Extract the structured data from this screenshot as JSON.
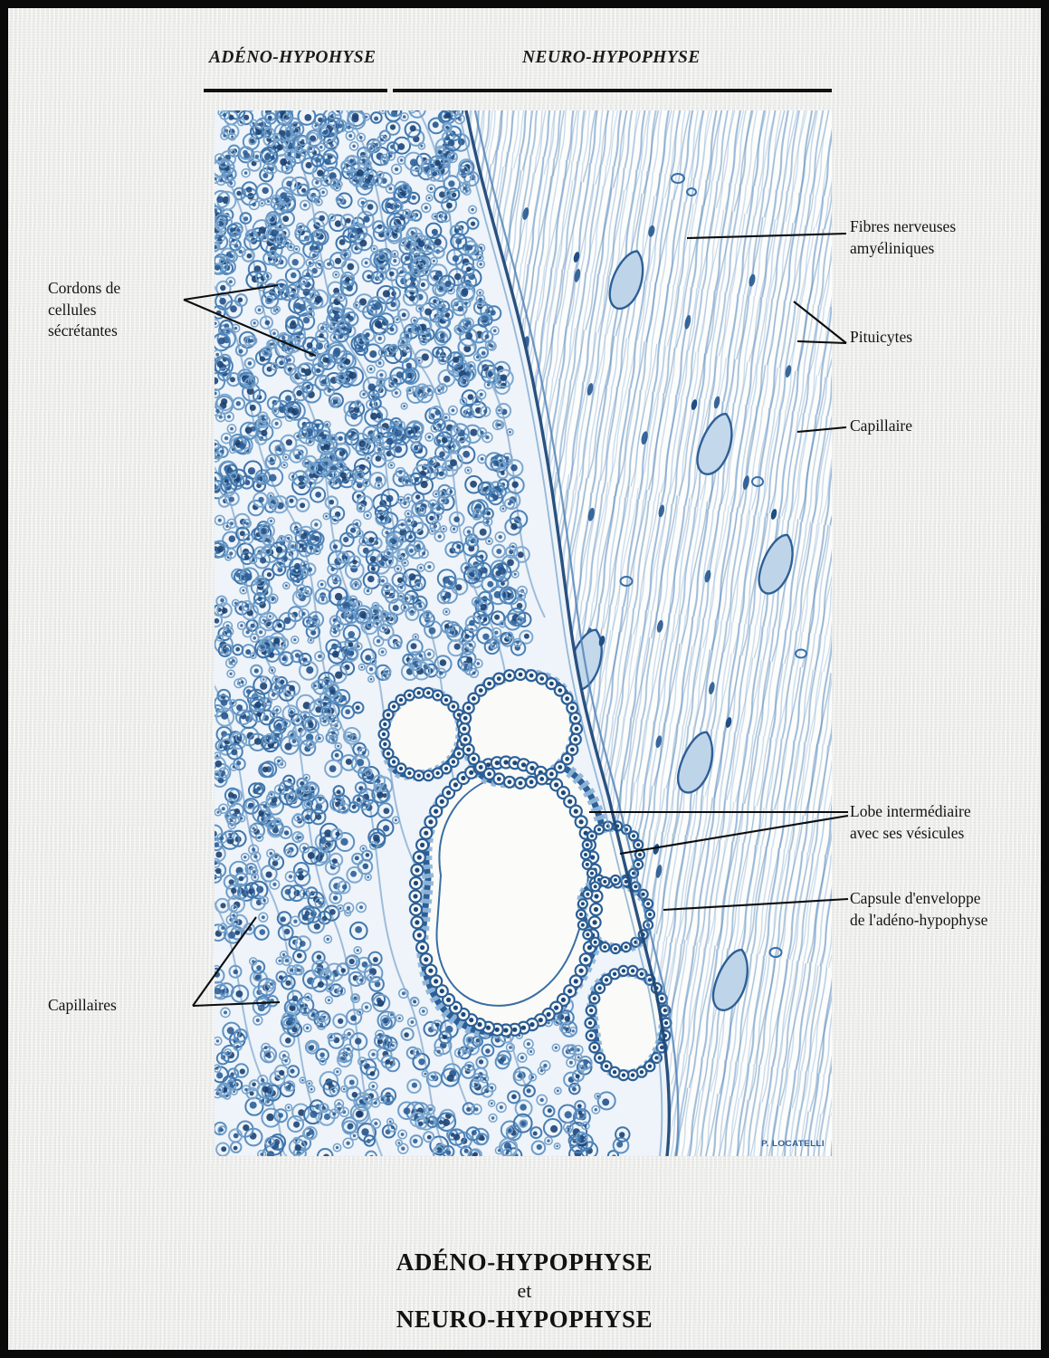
{
  "plate": {
    "background_color": "#f1f1ef",
    "border_color": "#0a0a0a",
    "ink_blue": "#2f63a4",
    "ink_blue_dark": "#1b3f74",
    "ink_blue_light": "#9cbedd",
    "label_color": "#141414"
  },
  "headers": [
    {
      "label": "ADÉNO-HYPOHYSE"
    },
    {
      "label": "NEURO-HYPOPHYSE"
    }
  ],
  "annotations": {
    "cordons": {
      "label": "Cordons de\ncellules\nsécrétantes"
    },
    "capillaires_left": {
      "label": "Capillaires"
    },
    "fibres": {
      "label": "Fibres nerveuses\namyéliniques"
    },
    "pituicytes": {
      "label": "Pituicytes"
    },
    "capillaire": {
      "label": "Capillaire"
    },
    "lobe": {
      "label": "Lobe intermédiaire\navec ses vésicules"
    },
    "capsule": {
      "label": "Capsule d'enveloppe\nde l'adéno-hypophyse"
    }
  },
  "bottom_title": {
    "line1": "ADÉNO-HYPOPHYSE",
    "line2": "et",
    "line3": "NEURO-HYPOPHYSE"
  },
  "signature": {
    "label": "P. LOCATELLI"
  }
}
